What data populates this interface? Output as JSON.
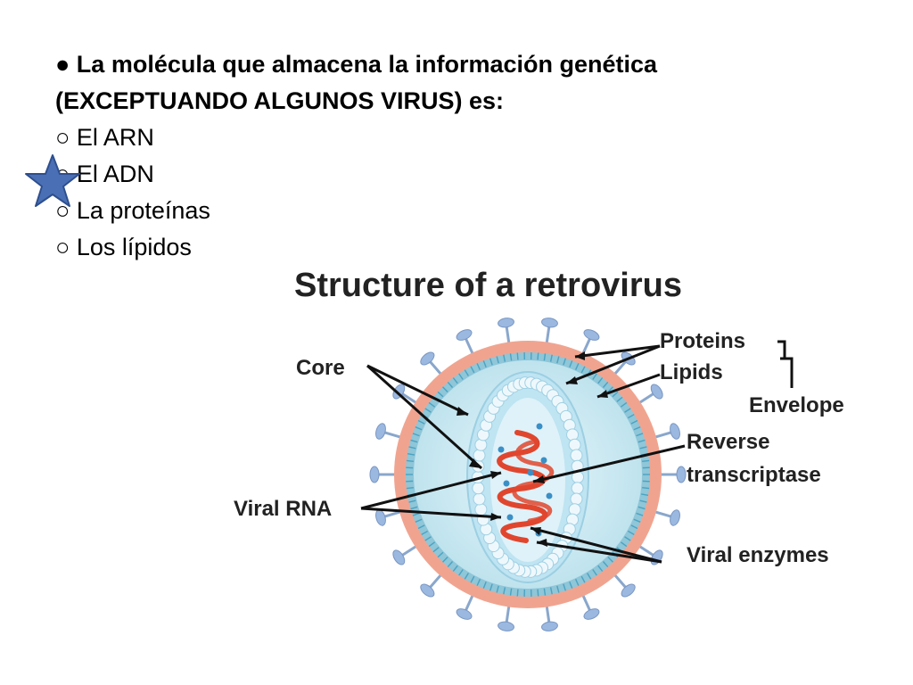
{
  "question": {
    "line1": "● La molécula que almacena la información genética",
    "line2": "(EXCEPTUANDO ALGUNOS VIRUS) es:"
  },
  "options": [
    {
      "bullet": "○",
      "label": "El ARN",
      "selected": false
    },
    {
      "bullet": "○",
      "label": "El ADN",
      "selected": true
    },
    {
      "bullet": "○",
      "label": "La proteínas",
      "selected": false
    },
    {
      "bullet": "○",
      "label": "Los lípidos",
      "selected": false
    }
  ],
  "marker": {
    "icon": "star-icon",
    "color": "#4a6fb5"
  },
  "diagram": {
    "title": "Structure of a retrovirus",
    "labels": {
      "core": "Core",
      "proteins": "Proteins",
      "lipids": "Lipids",
      "envelope": "Envelope",
      "reverse": "Reverse",
      "transcriptase": "transcriptase",
      "viral_rna": "Viral RNA",
      "viral_enzymes": "Viral enzymes"
    },
    "colors": {
      "envelope_outer": "#f0a490",
      "spikes": "#9bb8e0",
      "inner_fill": "#d4eef5",
      "core_fill": "#bfe4f2",
      "core_beads": "#eef8fc",
      "rna": "#e0462e",
      "enzymes": "#3a8fc6"
    }
  }
}
